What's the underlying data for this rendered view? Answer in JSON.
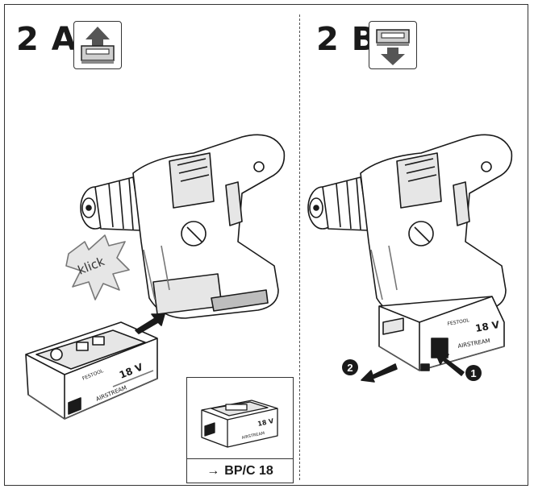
{
  "panels": {
    "left": {
      "step_label": "2 A",
      "icon": "battery-insert-up-icon",
      "sound_label": "klick"
    },
    "right": {
      "step_label": "2 B",
      "icon": "battery-remove-down-icon",
      "callouts": [
        "1",
        "2"
      ]
    }
  },
  "battery": {
    "voltage": "18 V",
    "brand": "AIRSTREAM",
    "model_mark": "FESTOOL"
  },
  "inset": {
    "arrow": "→",
    "label": "BP/C 18"
  },
  "colors": {
    "line": "#1a1a1a",
    "shade": "#bdbdbd",
    "light_shade": "#e6e6e6"
  }
}
